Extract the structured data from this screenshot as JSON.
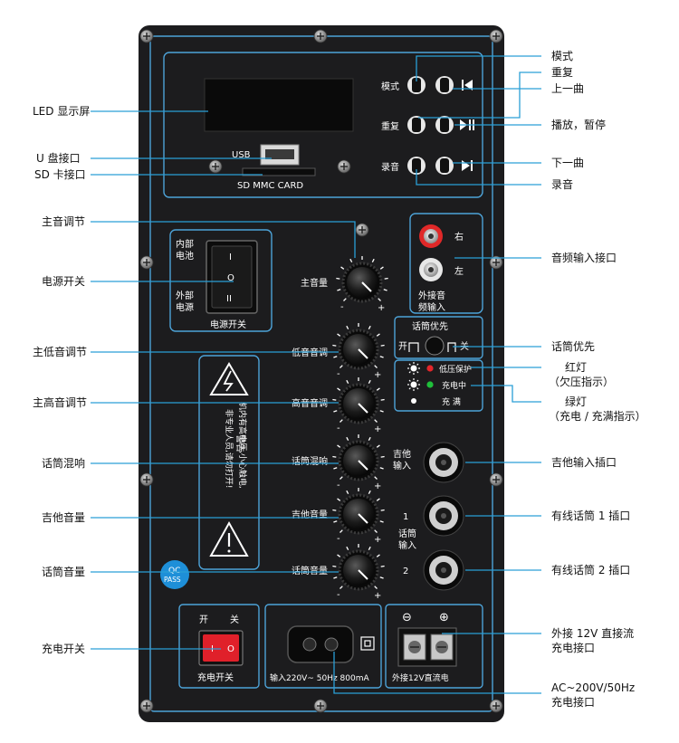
{
  "callouts_left": [
    "LED 显示屏",
    "U 盘接口",
    "SD 卡接口",
    "主音调节",
    "电源开关",
    "主低音调节",
    "主高音调节",
    "话筒混响",
    "吉他音量",
    "话筒音量",
    "充电开关"
  ],
  "callouts_right": [
    "模式",
    "重复",
    "上一曲",
    "播放，暂停",
    "下一曲",
    "录音",
    "音频输入接口",
    "话筒优先",
    "红灯",
    "（欠压指示）",
    "绿灯",
    "（充电 / 充满指示）",
    "吉他输入插口",
    "有线话筒 1 插口",
    "有线话筒 2 插口",
    "外接 12V 直接流",
    "充电接口",
    "AC~200V/50Hz",
    "充电接口"
  ],
  "panel": {
    "usb": "USB",
    "sd": "SD MMC CARD",
    "btn_mode": "模式",
    "btn_repeat": "重复",
    "btn_record": "录音",
    "audio_right": "右",
    "audio_left": "左",
    "audio_in_1": "外接音",
    "audio_in_2": "频输入",
    "power_int_1": "内部",
    "power_int_2": "电池",
    "power_ext_1": "外部",
    "power_ext_2": "电源",
    "power_label": "电源开关",
    "switch_i": "I",
    "switch_o": "O",
    "switch_ii": "II",
    "knob_master": "主音量",
    "knob_bass": "低音音调",
    "knob_treble": "高音音调",
    "knob_echo": "话筒混响",
    "knob_guitar": "吉他音量",
    "knob_mic": "话筒音量",
    "mic_priority": "话筒优先",
    "mic_on": "开",
    "mic_off": "关",
    "led_low": "低压保护",
    "led_charge": "充电中",
    "led_full": "充  满",
    "guitar_1": "吉他",
    "guitar_2": "输入",
    "mic_1": "1",
    "mic_2": "2",
    "mic_in_1": "话筒",
    "mic_in_2": "输入",
    "warn_title": "警告",
    "warn_text1": "机内有高电压,小心触电,",
    "warn_text2": "非专业人员,请勿打开!",
    "qc_1": "QC",
    "qc_2": "PASS",
    "charge_on": "开",
    "charge_off": "关",
    "charge_label": "充电开关",
    "ac_label": "输入220V~ 50Hz 800mA",
    "dc_label": "外接12V直流电",
    "minus": "⊖",
    "plus": "⊕"
  },
  "colors": {
    "panel": "#1c1c1e",
    "leader": "#2a9fd6",
    "red_led": "#e3262b",
    "green_led": "#1fbf3a",
    "rocker_red": "#e0202a",
    "qc_badge": "#1e8fd8"
  }
}
